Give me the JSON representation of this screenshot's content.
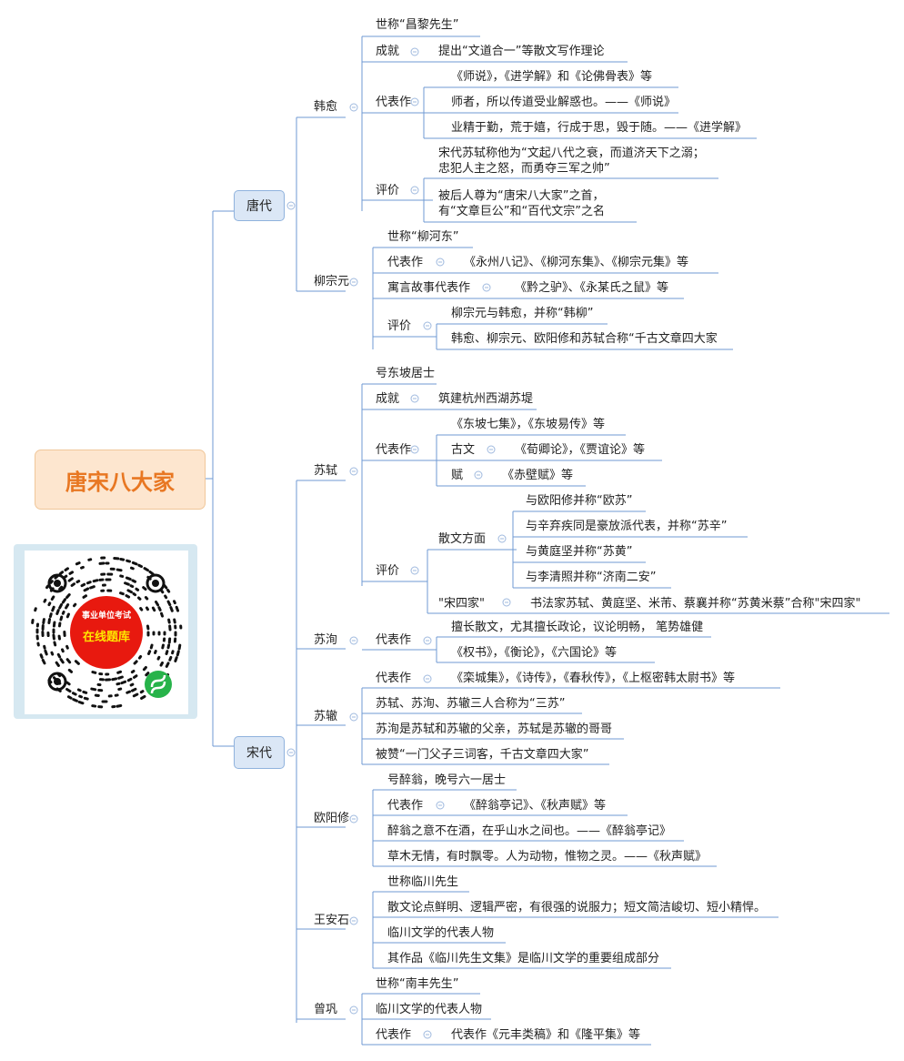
{
  "root": "唐宋八大家",
  "dynasties": {
    "tang": "唐代",
    "song": "宋代"
  },
  "qr": {
    "line1": "事业单位考试",
    "line2": "在线题库"
  },
  "authors": {
    "hanyu": "韩愈",
    "liuzongyuan": "柳宗元",
    "sushi": "苏轼",
    "suxun": "苏洵",
    "suzhe": "苏辙",
    "ouyangxiu": "欧阳修",
    "wanganshi": "王安石",
    "zenggong": "曾巩"
  },
  "hanyu": {
    "title": "世称“昌黎先生”",
    "achieve_label": "成就",
    "achieve": "提出“文道合一”等散文写作理论",
    "works_label": "代表作",
    "works": [
      "《师说》，《进学解》和《论佛骨表》等",
      "师者，所以传道受业解惑也。——《师说》",
      "业精于勤，荒于嬉，行成于思，毁于随。——《进学解》"
    ],
    "eval_label": "评价",
    "eval": [
      "宋代苏轼称他为“文起八代之衰，而道济天下之溺；\n忠犯人主之怒，而勇夺三军之帅”",
      "被后人尊为“唐宋八大家”之首，\n有“文章巨公”和“百代文宗”之名"
    ]
  },
  "liuzongyuan": {
    "title": "世称“柳河东”",
    "works_label": "代表作",
    "works": "《永州八记》、《柳河东集》、《柳宗元集》等",
    "fable_label": "寓言故事代表作",
    "fable": "《黔之驴》、《永某氏之鼠》等",
    "eval_label": "评价",
    "eval": [
      "柳宗元与韩愈，并称“韩柳”",
      "韩愈、柳宗元、欧阳修和苏轼合称“千古文章四大家"
    ]
  },
  "sushi": {
    "title": "号东坡居士",
    "achieve_label": "成就",
    "achieve": "筑建杭州西湖苏堤",
    "works_label": "代表作",
    "works_main": "《东坡七集》，《东坡易传》等",
    "prose_label": "古文",
    "prose": "《荀卿论》，《贾谊论》等",
    "fu_label": "赋",
    "fu": "《赤壁赋》等",
    "eval_label": "评价",
    "prose_aspect_label": "散文方面",
    "prose_aspect": [
      "与欧阳修并称“欧苏”",
      "与辛弃疾同是豪放派代表，并称“苏辛”",
      "与黄庭坚并称“苏黄”",
      "与李清照并称“济南二安”"
    ],
    "song4_label": "\"宋四家\"",
    "song4": "书法家苏轼、黄庭坚、米芾、蔡襄并称“苏黄米蔡”合称\"宋四家\""
  },
  "suxun": {
    "works_label": "代表作",
    "works": [
      "擅长散文，尤其擅长政论，议论明畅， 笔势雄健",
      "《权书》，《衡论》，《六国论》等"
    ]
  },
  "suzhe": {
    "works_label": "代表作",
    "works": "《栾城集》，《诗传》，《春秋传》，《上枢密韩太尉书》等",
    "notes": [
      "苏轼、苏洵、苏辙三人合称为“三苏”",
      "苏洵是苏轼和苏辙的父亲，苏轼是苏辙的哥哥",
      "被赞“一门父子三词客，千古文章四大家”"
    ]
  },
  "ouyangxiu": {
    "title": "号醉翁，晚号六一居士",
    "works_label": "代表作",
    "works": "《醉翁亭记》、《秋声赋》等",
    "quotes": [
      "醉翁之意不在酒，在乎山水之间也。——《醉翁亭记》",
      "草木无情，有时飘零。人为动物，惟物之灵。——《秋声赋》"
    ]
  },
  "wanganshi": {
    "items": [
      "世称临川先生",
      "散文论点鲜明、逻辑严密，有很强的说服力；短文简洁峻切、短小精悍。",
      "临川文学的代表人物",
      "其作品《临川先生文集》是临川文学的重要组成部分"
    ]
  },
  "zenggong": {
    "title": "世称“南丰先生”",
    "rep": "临川文学的代表人物",
    "works_label": "代表作",
    "works": "代表作《元丰类稿》和《隆平集》等"
  }
}
